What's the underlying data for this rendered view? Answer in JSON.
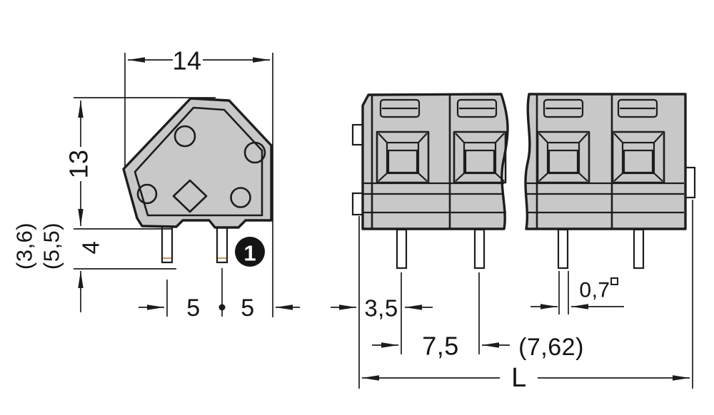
{
  "drawing": {
    "side_view": {
      "badge_label": "1"
    },
    "dimensions": {
      "width": "14",
      "height": "13",
      "pin_length": "4",
      "pin_length_alt_short": "(3,6)",
      "pin_length_alt_long": "(5,5)",
      "pin_spacing_left": "5",
      "pin_spacing_right": "5",
      "edge_to_pin": "3,5",
      "pole_pitch": "7,5",
      "pole_pitch_alt": "(7,62)",
      "pin_cross_section": "0,7",
      "pin_cross_section_symbol": "□",
      "overall_length": "L"
    },
    "colors": {
      "background": "#ffffff",
      "body": "#c8c8c8",
      "body_light": "#d2d2d2",
      "body_mid": "#c6c6c6",
      "tab": "#c2c2c2",
      "outline": "#1d1d1d",
      "copper": "#eba76c",
      "clamp_orange": "#f6ba80",
      "badge": "#141414"
    }
  }
}
